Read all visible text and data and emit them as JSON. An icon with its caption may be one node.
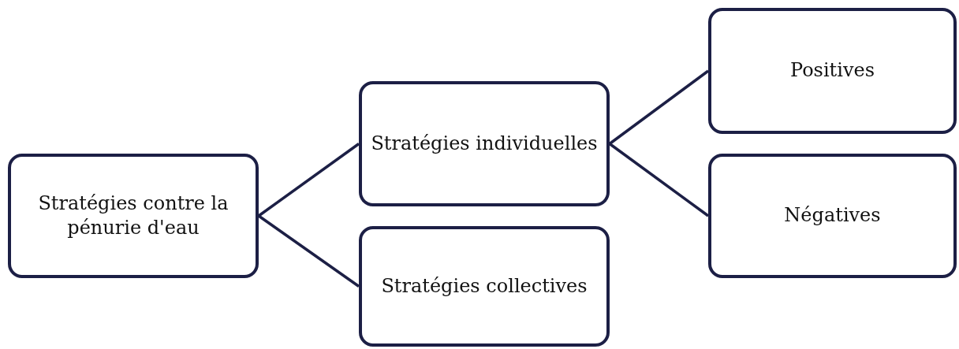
{
  "diagram": {
    "nodes": [
      {
        "text": [
          "Stratégies contre la pénurie d'eau"
        ]
      },
      {
        "text": [
          "Stratégies individuelles"
        ]
      },
      {
        "text": [
          "Stratégies collectives"
        ]
      },
      {
        "text": [
          "Positives"
        ]
      },
      {
        "text": [
          "Négatives"
        ]
      }
    ],
    "edges": [
      {
        "from": 0,
        "to": 1,
        "arrow": "none"
      },
      {
        "from": 0,
        "to": 2,
        "arrow": "none"
      },
      {
        "from": 1,
        "to": 3,
        "arrow": "none"
      },
      {
        "from": 1,
        "to": 4,
        "arrow": "none"
      }
    ]
  }
}
